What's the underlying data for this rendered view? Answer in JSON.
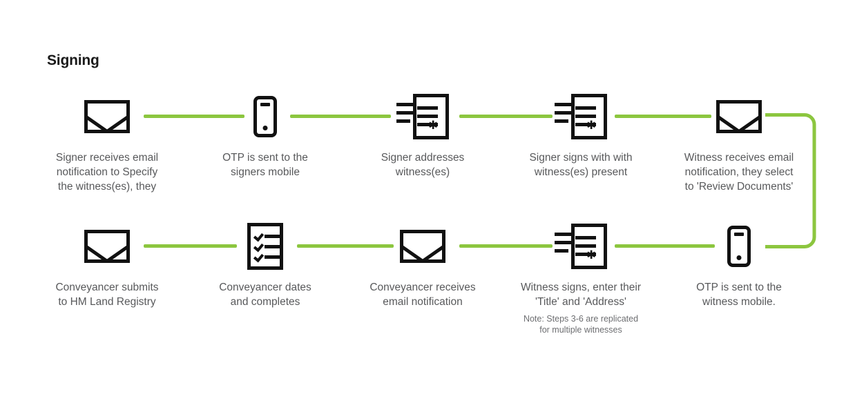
{
  "page": {
    "title": "Signing",
    "background_color": "#ffffff",
    "accent_color": "#8cc63f",
    "icon_color": "#111111",
    "text_color": "#58595b"
  },
  "flow": {
    "row_1": {
      "direction": "left-to-right",
      "steps": [
        {
          "icon": "envelope-icon",
          "caption": "Signer receives email\nnotification to Specify\nthe witness(es), they"
        },
        {
          "icon": "mobile-phone-icon",
          "caption": "OTP is sent to the\nsigners mobile"
        },
        {
          "icon": "signed-document-icon",
          "caption": "Signer addresses\nwitness(es)"
        },
        {
          "icon": "signed-document-icon",
          "caption": "Signer signs with with\nwitness(es) present"
        },
        {
          "icon": "envelope-icon",
          "caption": "Witness receives email\nnotification, they select\nto 'Review Documents'"
        }
      ]
    },
    "row_2": {
      "direction": "right-to-left",
      "steps": [
        {
          "icon": "envelope-icon",
          "caption": "Conveyancer submits\nto HM Land Registry"
        },
        {
          "icon": "checklist-icon",
          "caption": "Conveyancer dates\nand completes"
        },
        {
          "icon": "envelope-icon",
          "caption": "Conveyancer receives\nemail notification"
        },
        {
          "icon": "signed-document-icon",
          "caption": "Witness signs, enter their\n'Title' and 'Address'",
          "note": "Note: Steps 3-6 are replicated\nfor multiple witnesses"
        },
        {
          "icon": "mobile-phone-icon",
          "caption": "OTP is sent to the\nwitness mobile."
        }
      ]
    },
    "connector_label": "green-flow-connector",
    "wrap_connector_label": "wrap-around-connector"
  }
}
